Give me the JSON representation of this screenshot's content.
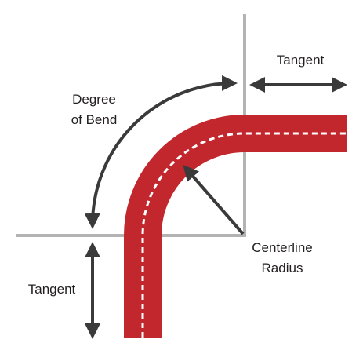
{
  "labels": {
    "tangent_top": "Tangent",
    "degree_of_bend_line1": "Degree",
    "degree_of_bend_line2": "of Bend",
    "centerline_line1": "Centerline",
    "centerline_line2": "Radius",
    "tangent_left": "Tangent"
  },
  "colors": {
    "pipe": "#c1272d",
    "centerline_dashes": "#ffffff",
    "reference_lines": "#b3b3b3",
    "arrows": "#3a3a3a",
    "text": "#231f20"
  }
}
